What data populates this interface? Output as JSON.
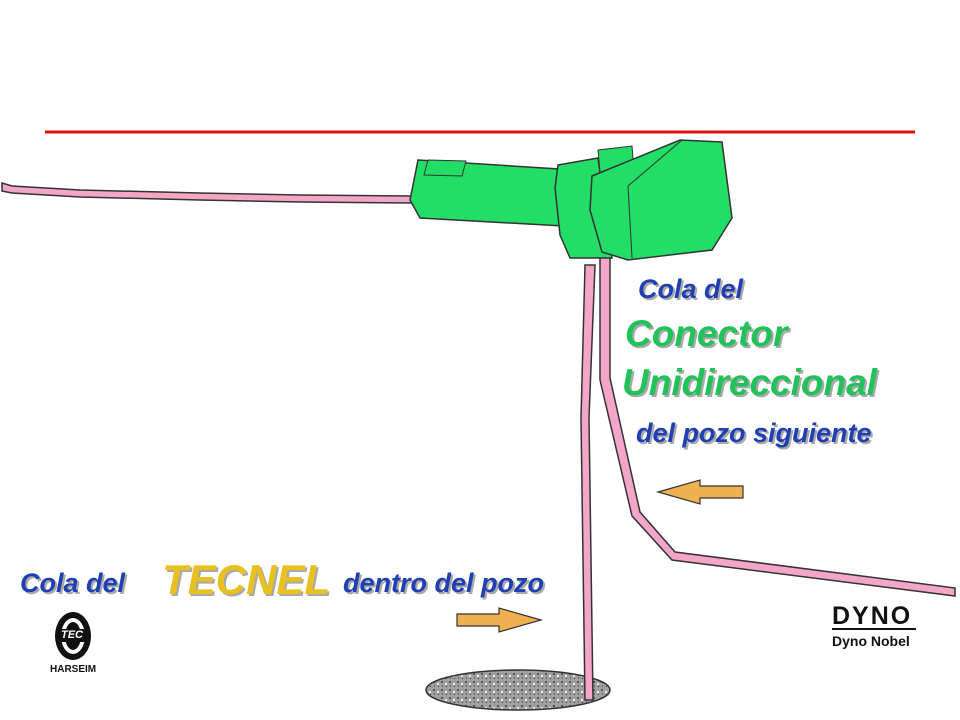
{
  "labels": {
    "cola_del_1": "Cola del",
    "conector": "Conector",
    "unidireccional": "Unidireccional",
    "del_pozo_siguiente": "del pozo siguiente",
    "cola_del_2": "Cola del",
    "tecnel": "TECNEL",
    "dentro_del_pozo": "dentro del pozo"
  },
  "logos": {
    "tec_badge": "TEC",
    "harseim": "HARSEIM",
    "dyno": "DYNO",
    "dyno_nobel": "Dyno Nobel"
  },
  "colors": {
    "title_rule": "#e01010",
    "connector": "#22dd66",
    "tube": "#f4a6c8",
    "arrow": "#f0b050",
    "label_blue": "#1f3fb3",
    "label_green": "#22c25a",
    "label_orange": "#e8c020"
  }
}
